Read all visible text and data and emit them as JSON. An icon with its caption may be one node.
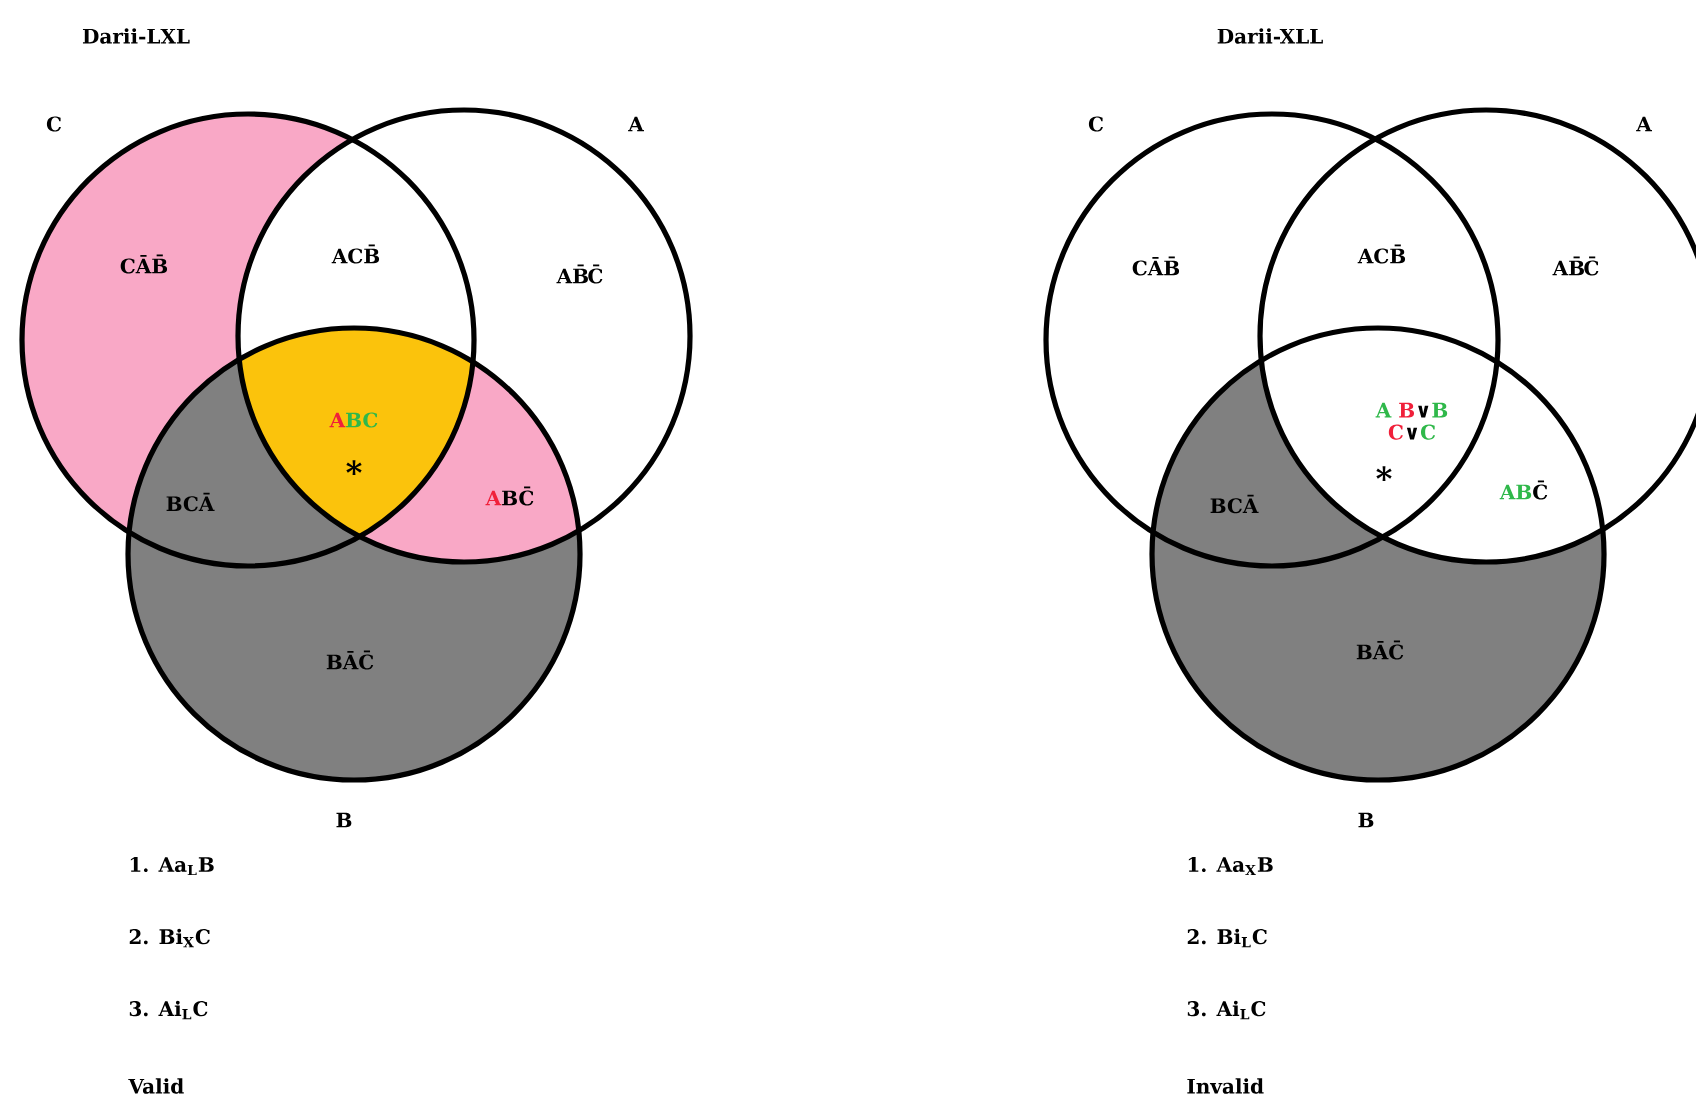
{
  "diagram": {
    "nodes": [
      {
        "text": [
          "C"
        ]
      },
      {
        "text": [
          "A"
        ]
      },
      {
        "text": [
          "B"
        ]
      },
      {
        "text": [
          "C"
        ]
      },
      {
        "text": [
          "A"
        ]
      },
      {
        "text": [
          "B"
        ]
      }
    ],
    "labels": [
      "Darii-LXL",
      "Darii-XLL",
      "CĀB̄",
      "ACB̄",
      "AB̄C̄",
      "ABC",
      "*",
      "BCĀ",
      "ABC̄",
      "BĀC̄",
      "CĀB̄",
      "ACB̄",
      "AB̄C̄",
      "A B∨B C∨C",
      "*",
      "BCĀ",
      "ABC̄",
      "BĀC̄",
      "1. Aa$_{L}$B",
      "2. Bi$_{X}$C",
      "3. Ai$_{L}$C",
      "Valid",
      "1. Aa$_{X}$B",
      "2. Bi$_{L}$C",
      "3. Ai$_{L}$C",
      "Invalid"
    ]
  }
}
